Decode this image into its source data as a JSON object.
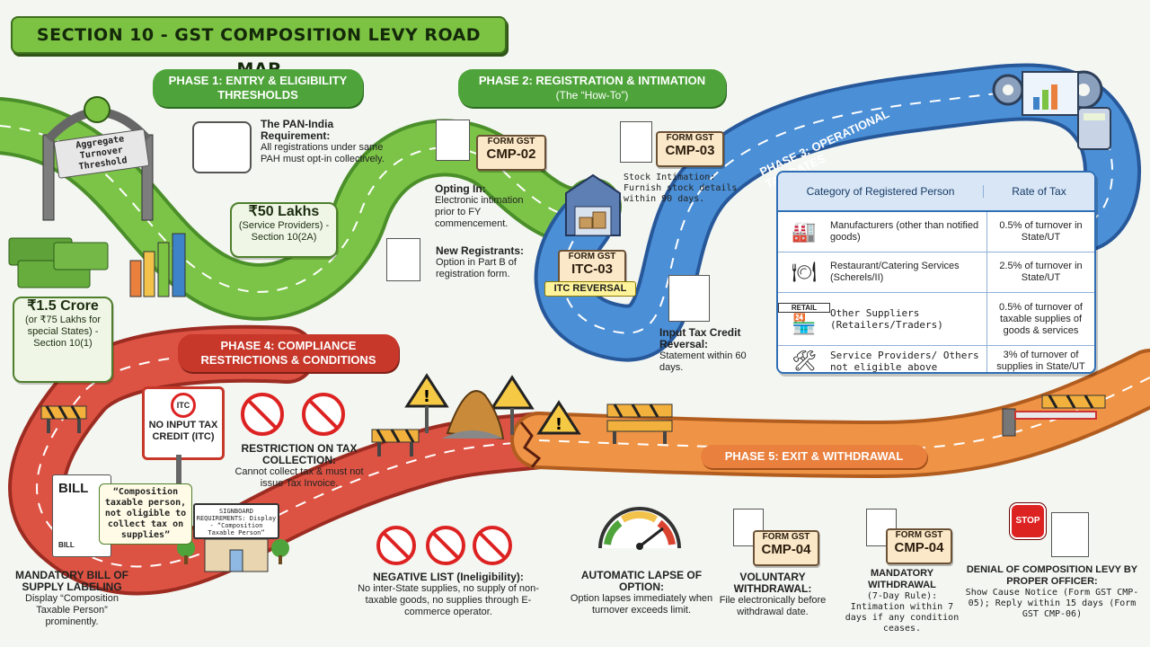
{
  "title": "SECTION 10 - GST COMPOSITION LEVY ROAD MAP",
  "phase1": {
    "label": "PHASE 1: ENTRY & ELIGIBILITY THRESHOLDS",
    "gate_sign": "Aggregate Turnover Threshold",
    "pan_title": "The PAN-India Requirement:",
    "pan_text": "All registrations under same PAH must opt-in collectively.",
    "service_amount": "₹50 Lakhs",
    "service_text": "(Service Providers) - Section 10(2A)",
    "goods_amount": "₹1.5 Crore",
    "goods_text": "(or ₹75 Lakhs for special States) - Section 10(1)"
  },
  "phase2": {
    "label": "PHASE 2: REGISTRATION & INTIMATION",
    "sublabel": "(The “How-To”)",
    "cmp02_line1": "FORM GST",
    "cmp02_line2": "CMP-02",
    "opting_title": "Opting In:",
    "opting_text": "Electronic intimation prior to FY commencement.",
    "cmp03_line1": "FORM GST",
    "cmp03_line2": "CMP-03",
    "stock_text": "Stock Intimation: Furnish stock details within 90 days.",
    "newreg_title": "New Registrants:",
    "newreg_text": "Option in Part B of registration form.",
    "itc03_line1": "FORM GST",
    "itc03_line2": "ITC-03",
    "itc_reversal": "ITC REVERSAL",
    "itc_rev_title": "Input Tax Credit Reversal:",
    "itc_rev_text": "Statement within 60 days."
  },
  "phase3": {
    "label": "PHASE 3: OPERATIONAL TAX RATES",
    "header_category": "Category of Registered Person",
    "header_rate": "Rate of Tax",
    "rows": [
      {
        "icon": "factory-icon",
        "category": "Manufacturers (other than notified goods)",
        "rate": "0.5% of turnover in State/UT"
      },
      {
        "icon": "restaurant-icon",
        "category": "Restaurant/Catering Services (Scherels/II)",
        "rate": "2.5% of turnover in State/UT"
      },
      {
        "icon": "retail-shop-icon",
        "badge": "RETAIL",
        "category": "Other Suppliers (Retailers/Traders)",
        "rate": "0.5% of turnover of taxable supplies of goods & services"
      },
      {
        "icon": "service-tools-icon",
        "category": "Service Providers/ Others not eligible above",
        "rate": "3% of turnover of supplies in State/UT"
      }
    ]
  },
  "phase4": {
    "label": "PHASE 4: COMPLIANCE RESTRICTIONS & CONDITIONS",
    "itc_badge": "ITC",
    "noitc_text": "NO INPUT TAX CREDIT (ITC)",
    "restriction_title": "RESTRICTION ON TAX COLLECTION:",
    "restriction_text": "Cannot collect tax & must not issue Tax Invoice.",
    "bill_label": "BILL",
    "bill_small": "BILL",
    "bill_quote": "“Composition taxable person, not oligible to collect tax on supplies”",
    "bill_title": "MANDATORY BILL OF SUPPLY LABELING",
    "bill_text": "Display “Composition Taxable Person” prominently.",
    "signboard_text": "SIGNBOARD REQUIREMENTS: Display - “Composition Taxable Person”",
    "negative_title": "NEGATIVE LIST (Ineligibility):",
    "negative_text": "No inter-State supplies, no supply of non-taxable goods, no supplies through E-commerce operator."
  },
  "phase5": {
    "label": "PHASE 5: EXIT & WITHDRAWAL",
    "lapse_title": "AUTOMATIC LAPSE OF OPTION:",
    "lapse_text": "Option lapses immediately when turnover exceeds limit.",
    "cmp04a_line1": "FORM GST",
    "cmp04a_line2": "CMP-04",
    "voluntary_title": "VOLUNTARY WITHDRAWAL:",
    "voluntary_text": "File electronically before withdrawal date.",
    "cmp04b_line1": "FORM GST",
    "cmp04b_line2": "CMP-04",
    "mandatory_title": "MANDATORY WITHDRAWAL",
    "mandatory_text": "(7-Day Rule): Intimation within 7 days if any condition ceases.",
    "stop_sign": "STOP",
    "denial_title": "DENIAL OF COMPOSITION LEVY BY PROPER OFFICER:",
    "denial_text": "Show Cause Notice (Form GST CMP-05); Reply within 15 days (Form GST CMP-06)"
  },
  "colors": {
    "green_road": "#6fba3e",
    "blue_road": "#3e7fc6",
    "red_road": "#d94a3c",
    "orange_road": "#ea8a3d"
  }
}
